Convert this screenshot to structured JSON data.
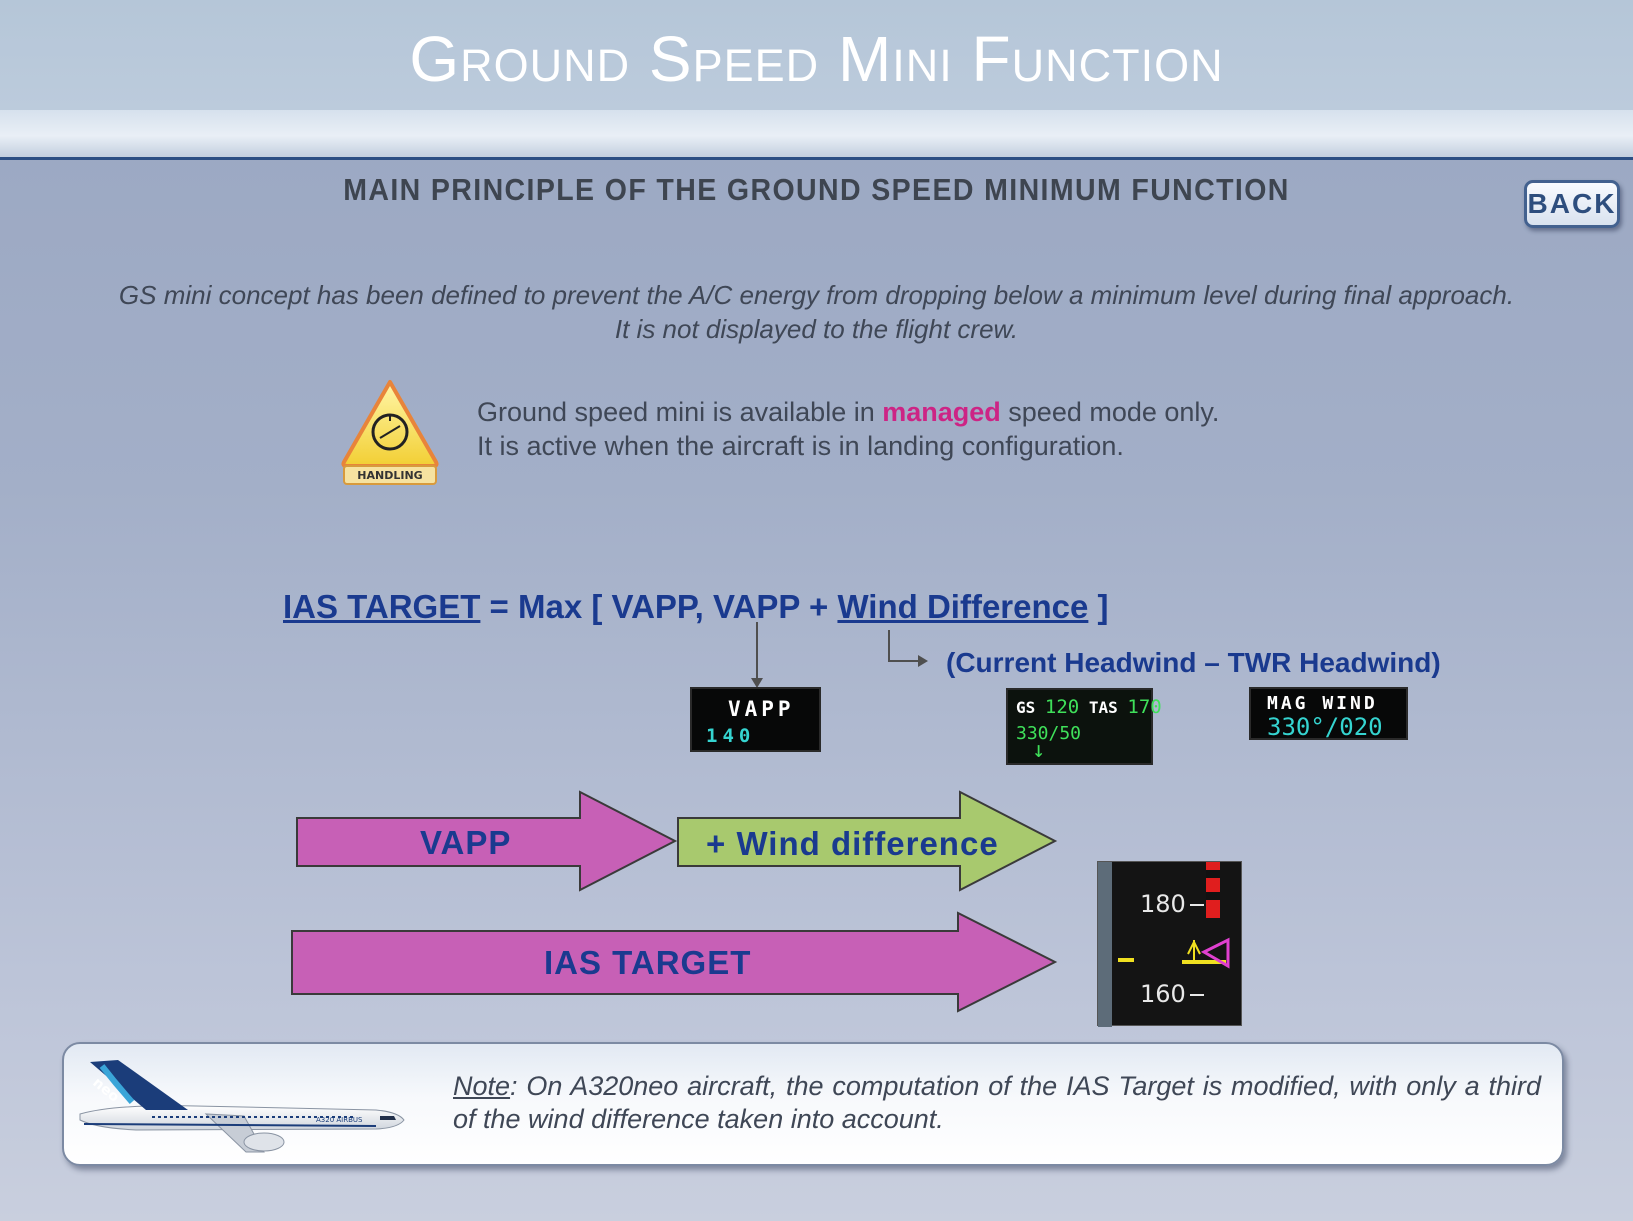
{
  "header": {
    "title": "Ground Speed Mini Function"
  },
  "section_title": "MAIN PRINCIPLE OF THE GROUND SPEED MINIMUM FUNCTION",
  "back_label": "BACK",
  "intro": {
    "line1": "GS mini concept has been defined to prevent the A/C energy from dropping below a minimum level during final approach.",
    "line2": "It is not displayed to the flight crew."
  },
  "handling": {
    "icon_label": "HANDLING"
  },
  "availability": {
    "line1_prefix": "Ground speed mini is available in ",
    "line1_highlight": "managed",
    "line1_suffix": " speed mode only.",
    "line2": "It is active when the aircraft is in landing configuration."
  },
  "formula": {
    "ias_target": "IAS TARGET",
    "middle": " = Max [ VAPP, VAPP + ",
    "wind_difference": "Wind Difference",
    "close": " ]",
    "headwind_expr": "(Current Headwind – TWR Headwind)"
  },
  "vapp_display": {
    "label": "VAPP",
    "value": "140"
  },
  "gs_display": {
    "gs_label": "GS",
    "gs_value": "120",
    "tas_label": "TAS",
    "tas_value": "170",
    "wind": "330/50"
  },
  "mag_wind_display": {
    "label": "MAG WIND",
    "value": "330°/020"
  },
  "arrows": {
    "vapp": "VAPP",
    "wind_difference": "+ Wind difference",
    "ias_target": "IAS TARGET"
  },
  "speed_tape": {
    "upper": "180",
    "lower": "160"
  },
  "note": {
    "label": "Note",
    "text": ": On A320neo aircraft, the computation of the IAS Target is modified, with only a third of the wind difference taken into account."
  },
  "aircraft": {
    "tail_text": "neo",
    "livery_text": "A320 AIRBUS"
  },
  "colors": {
    "accent_blue": "#1a3a8f",
    "magenta_arrow": "#c760b6",
    "green_arrow": "#a8c96e",
    "managed_magenta": "#cd2485",
    "cyan": "#35d4d0",
    "green_display": "#3fe05a"
  }
}
